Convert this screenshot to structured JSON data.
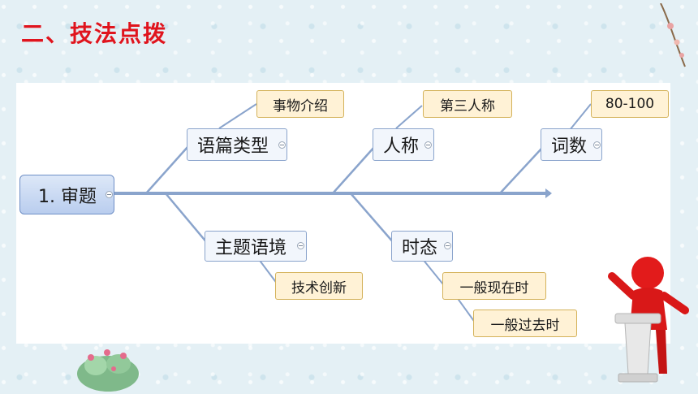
{
  "title": "二、技法点拨",
  "root": {
    "label": "1. 审题"
  },
  "branches": [
    {
      "label": "语篇类型",
      "leaves": [
        "事物介绍"
      ]
    },
    {
      "label": "主题语境",
      "leaves": [
        "技术创新"
      ]
    },
    {
      "label": "人称",
      "leaves": [
        "第三人称"
      ]
    },
    {
      "label": "时态",
      "leaves": [
        "一般现在时",
        "一般过去时"
      ]
    },
    {
      "label": "词数",
      "leaves": [
        "80-100"
      ]
    }
  ],
  "colors": {
    "title": "#e0141d",
    "spine": "#8aa4cc",
    "leaf_fill": "#fff2d6",
    "node_fill": "#f2f6fc"
  }
}
